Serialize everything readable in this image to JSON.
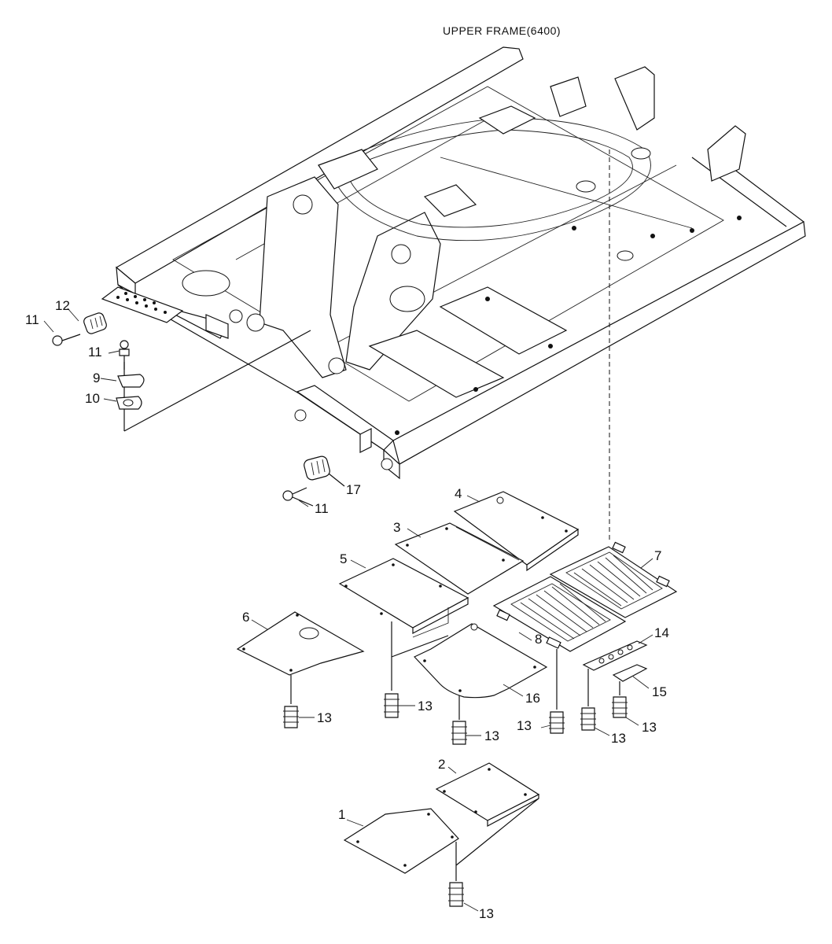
{
  "title": "UPPER FRAME(6400)",
  "callouts": [
    {
      "id": "c1",
      "text": "1"
    },
    {
      "id": "c2",
      "text": "2"
    },
    {
      "id": "c3",
      "text": "3"
    },
    {
      "id": "c4",
      "text": "4"
    },
    {
      "id": "c5",
      "text": "5"
    },
    {
      "id": "c6",
      "text": "6"
    },
    {
      "id": "c7",
      "text": "7"
    },
    {
      "id": "c8",
      "text": "8"
    },
    {
      "id": "c9",
      "text": "9"
    },
    {
      "id": "c10",
      "text": "10"
    },
    {
      "id": "c11a",
      "text": "11"
    },
    {
      "id": "c11b",
      "text": "11"
    },
    {
      "id": "c11c",
      "text": "11"
    },
    {
      "id": "c12",
      "text": "12"
    },
    {
      "id": "c13a",
      "text": "13"
    },
    {
      "id": "c13b",
      "text": "13"
    },
    {
      "id": "c13c",
      "text": "13"
    },
    {
      "id": "c13d",
      "text": "13"
    },
    {
      "id": "c13e",
      "text": "13"
    },
    {
      "id": "c13f",
      "text": "13"
    },
    {
      "id": "c13g",
      "text": "13"
    },
    {
      "id": "c14",
      "text": "14"
    },
    {
      "id": "c15",
      "text": "15"
    },
    {
      "id": "c16",
      "text": "16"
    },
    {
      "id": "c17",
      "text": "17"
    }
  ]
}
